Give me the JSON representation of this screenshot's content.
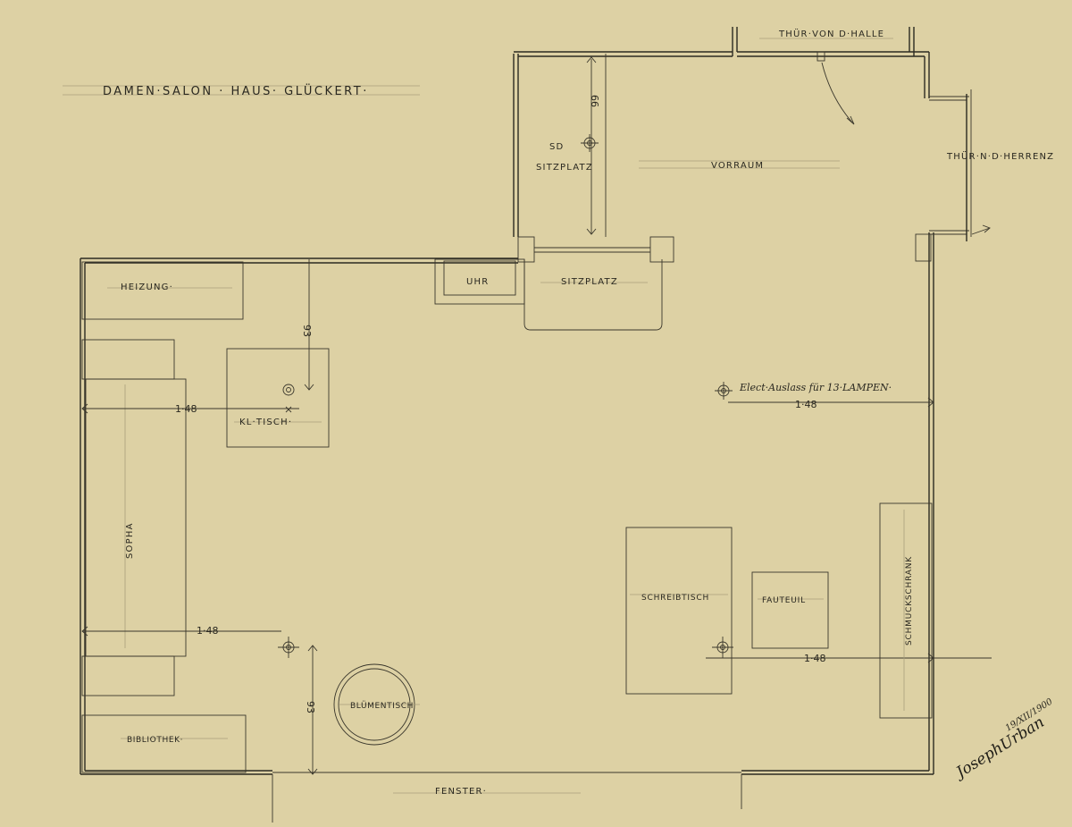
{
  "title": "DAMEN·SALON · HAUS· GLÜCKERT·",
  "door_hall": "THÜR·VON D·HALLE",
  "door_herrenz": "THÜR·N·D·HERRENZ",
  "rooms": {
    "vorraum": "VORRAUM",
    "sitzplatz_upper": "SITZPLATZ",
    "sitzplatz_lower": "SITZPLATZ",
    "uhr": "UHR",
    "heizung": "HEIZUNG·",
    "kl_tisch": "KL·TISCH·",
    "sopha": "SOPHA",
    "bibliothek": "BIBLIOTHEK·",
    "blumentisch": "BLÜMENTISCH",
    "schreibtisch": "SCHREIBTISCH",
    "fauteuil": "FAUTEUIL",
    "schmuckschrank": "SCHMUCKSCHRANK",
    "fenster": "FENSTER·"
  },
  "annotation_lamps": "Elect·Auslass für 13·LAMPEN·",
  "dimensions": {
    "d66": "66",
    "d93_top": "93",
    "d93_bottom": "93",
    "d148_left_top": "1·48",
    "d148_left_bottom": "1·48",
    "d148_right_top": "1·48",
    "d148_right_bottom": "1·48"
  },
  "small_mark_1": "SD",
  "signature": "JosephUrban",
  "signature_date": "19/XII/1900"
}
